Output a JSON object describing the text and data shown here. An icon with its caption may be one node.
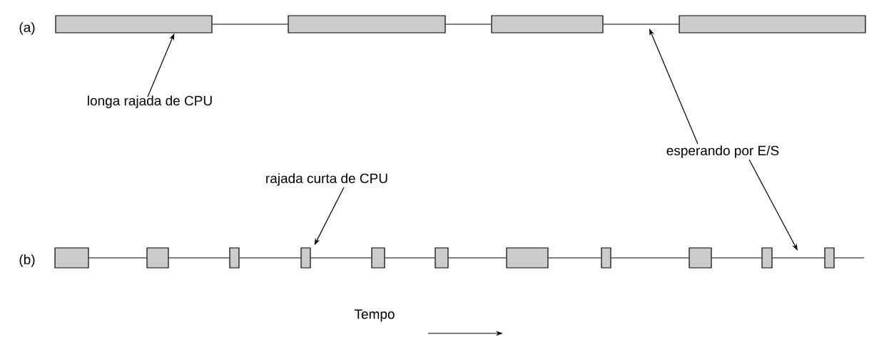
{
  "diagram": {
    "nodes": [
      {
        "text": [],
        "shape": "box"
      },
      {
        "text": [],
        "shape": "box"
      },
      {
        "text": [],
        "shape": "box"
      },
      {
        "text": [],
        "shape": "box"
      },
      {
        "text": [],
        "shape": "box"
      },
      {
        "text": [],
        "shape": "box"
      },
      {
        "text": [],
        "shape": "box"
      },
      {
        "text": [],
        "shape": "box"
      },
      {
        "text": [],
        "shape": "box"
      },
      {
        "text": [],
        "shape": "box"
      },
      {
        "text": [],
        "shape": "box"
      },
      {
        "text": [],
        "shape": "box"
      },
      {
        "text": [],
        "shape": "box"
      },
      {
        "text": [],
        "shape": "box"
      },
      {
        "text": [],
        "shape": "box"
      },
      {
        "text": [
          "longa rajada de CPU"
        ]
      },
      {
        "text": [
          "rajada curta de CPU"
        ]
      },
      {
        "text": [
          "esperando por E/S"
        ]
      }
    ],
    "edges": [
      {
        "from": 0,
        "to": 1,
        "arrow": "none"
      },
      {
        "from": 1,
        "to": 2,
        "arrow": "none"
      },
      {
        "from": 2,
        "to": 3,
        "arrow": "none"
      },
      {
        "from": 4,
        "to": 5,
        "arrow": "none"
      },
      {
        "from": 5,
        "to": 6,
        "arrow": "none"
      },
      {
        "from": 6,
        "to": 7,
        "arrow": "none"
      },
      {
        "from": 7,
        "to": 8,
        "arrow": "none"
      },
      {
        "from": 8,
        "to": 9,
        "arrow": "none"
      },
      {
        "from": 9,
        "to": 10,
        "arrow": "none"
      },
      {
        "from": 10,
        "to": 11,
        "arrow": "none"
      },
      {
        "from": 11,
        "to": 12,
        "arrow": "none"
      },
      {
        "from": 12,
        "to": 13,
        "arrow": "none"
      },
      {
        "from": 13,
        "to": 14,
        "arrow": "none"
      },
      {
        "from": 15,
        "to": 0,
        "arrow": "to"
      },
      {
        "from": 16,
        "to": 7,
        "arrow": "to"
      },
      {
        "from": 17,
        "to": null,
        "arrow": "to"
      },
      {
        "from": 17,
        "to": null,
        "arrow": "to"
      }
    ],
    "labels": [
      "(a)",
      "(b)",
      "Tempo"
    ]
  }
}
